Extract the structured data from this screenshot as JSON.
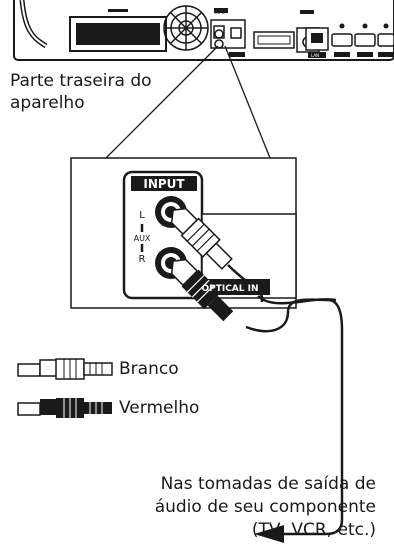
{
  "caption": "Parte traseira do aparelho",
  "panel_labels": {
    "input": "INPUT",
    "aux_left": "L",
    "aux": "AUX",
    "aux_right": "R",
    "optical": "OPTICAL IN",
    "lan": "LAN",
    "small_input": "INPUT"
  },
  "legend": {
    "white": "Branco",
    "red": "Vermelho"
  },
  "destination": {
    "line1": "Nas tomadas de saída de",
    "line2": "áudio de seu componente",
    "line3": "(TV, VCR, etc.)"
  },
  "colors": {
    "plug_white": "#ffffff",
    "plug_red": "#1a1a1a",
    "outline": "#1a1a1a"
  }
}
